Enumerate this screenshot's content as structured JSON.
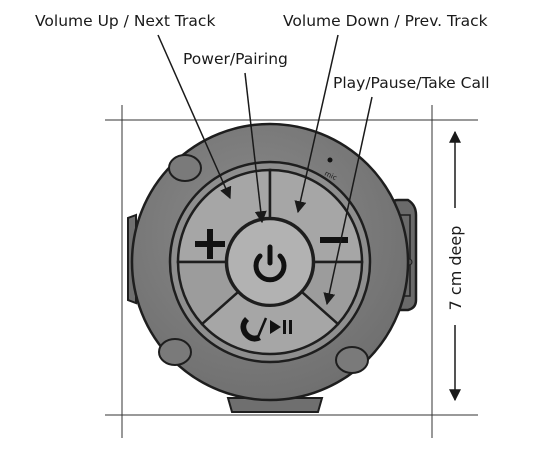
{
  "labels": {
    "volume_up": "Volume Up / Next Track",
    "volume_down": "Volume Down / Prev. Track",
    "power": "Power/Pairing",
    "play_pause": "Play/Pause/Take Call"
  },
  "dimension": {
    "depth_label": "7 cm deep"
  },
  "device": {
    "mic_label": "mic",
    "plus_symbol": "+",
    "minus_symbol": "—",
    "power_symbol": "power-icon",
    "call_play_symbol": "phone-play-pause-icon"
  },
  "colors": {
    "body": "#7d7d7d",
    "body_dark": "#5a5a5a",
    "ring": "#9a9a9a",
    "button": "#a8a8a8",
    "center": "#b4b4b4",
    "outline": "#1e1e1e"
  }
}
